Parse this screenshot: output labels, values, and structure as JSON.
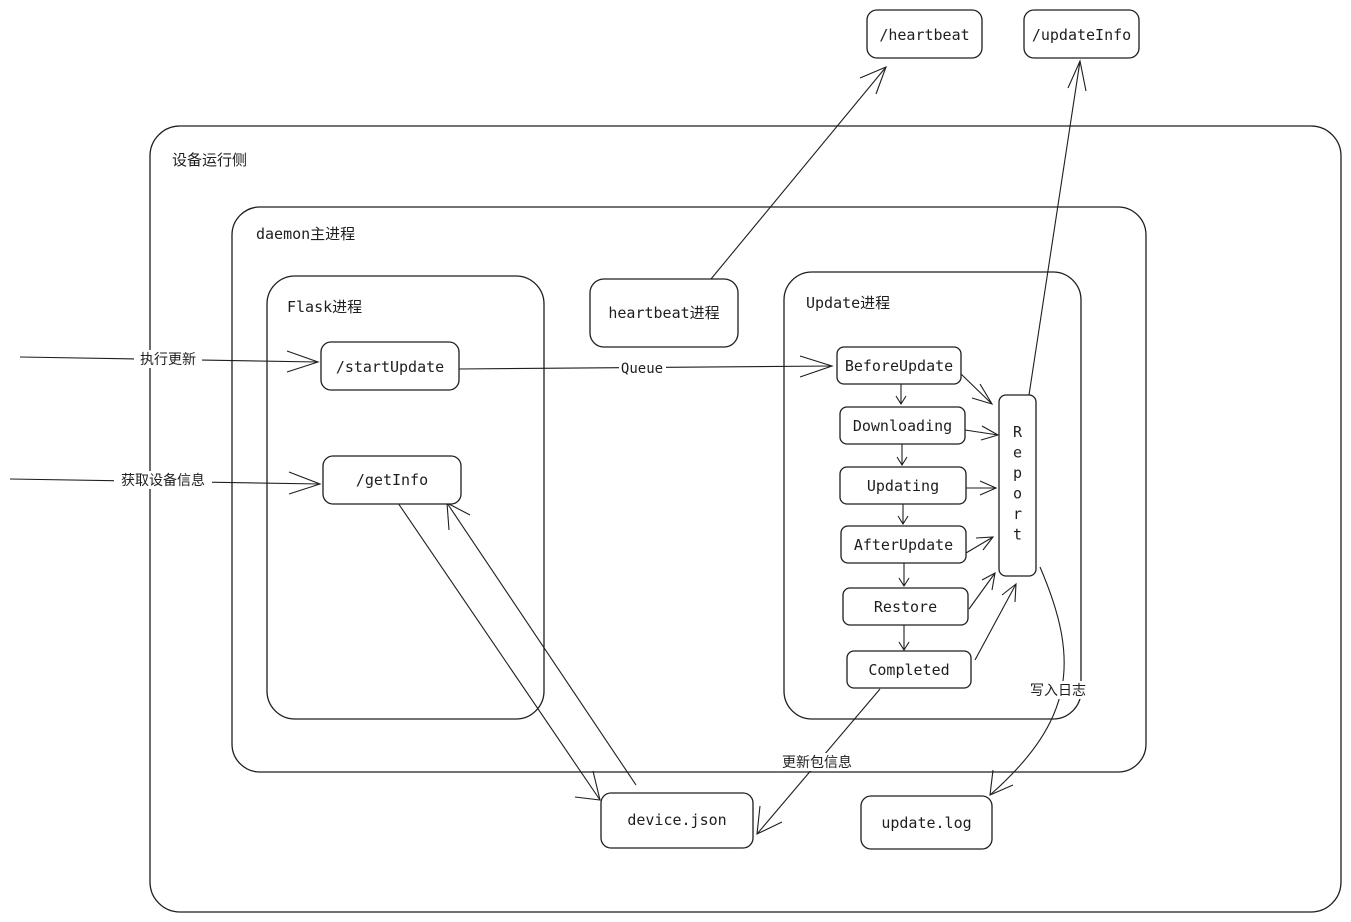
{
  "containers": {
    "device_side": "设备运行侧",
    "daemon": "daemon主进程",
    "flask": "Flask进程",
    "update": "Update进程"
  },
  "nodes": {
    "heartbeat_endpoint": "/heartbeat",
    "updateinfo_endpoint": "/updateInfo",
    "heartbeat_process": "heartbeat进程",
    "start_update": "/startUpdate",
    "get_info": "/getInfo",
    "before_update": "BeforeUpdate",
    "downloading": "Downloading",
    "updating": "Updating",
    "after_update": "AfterUpdate",
    "restore": "Restore",
    "completed": "Completed",
    "report": "Report",
    "device_json": "device.json",
    "update_log": "update.log"
  },
  "edge_labels": {
    "execute_update": "执行更新",
    "get_device_info": "获取设备信息",
    "queue": "Queue",
    "write_log": "写入日志",
    "package_info": "更新包信息"
  }
}
